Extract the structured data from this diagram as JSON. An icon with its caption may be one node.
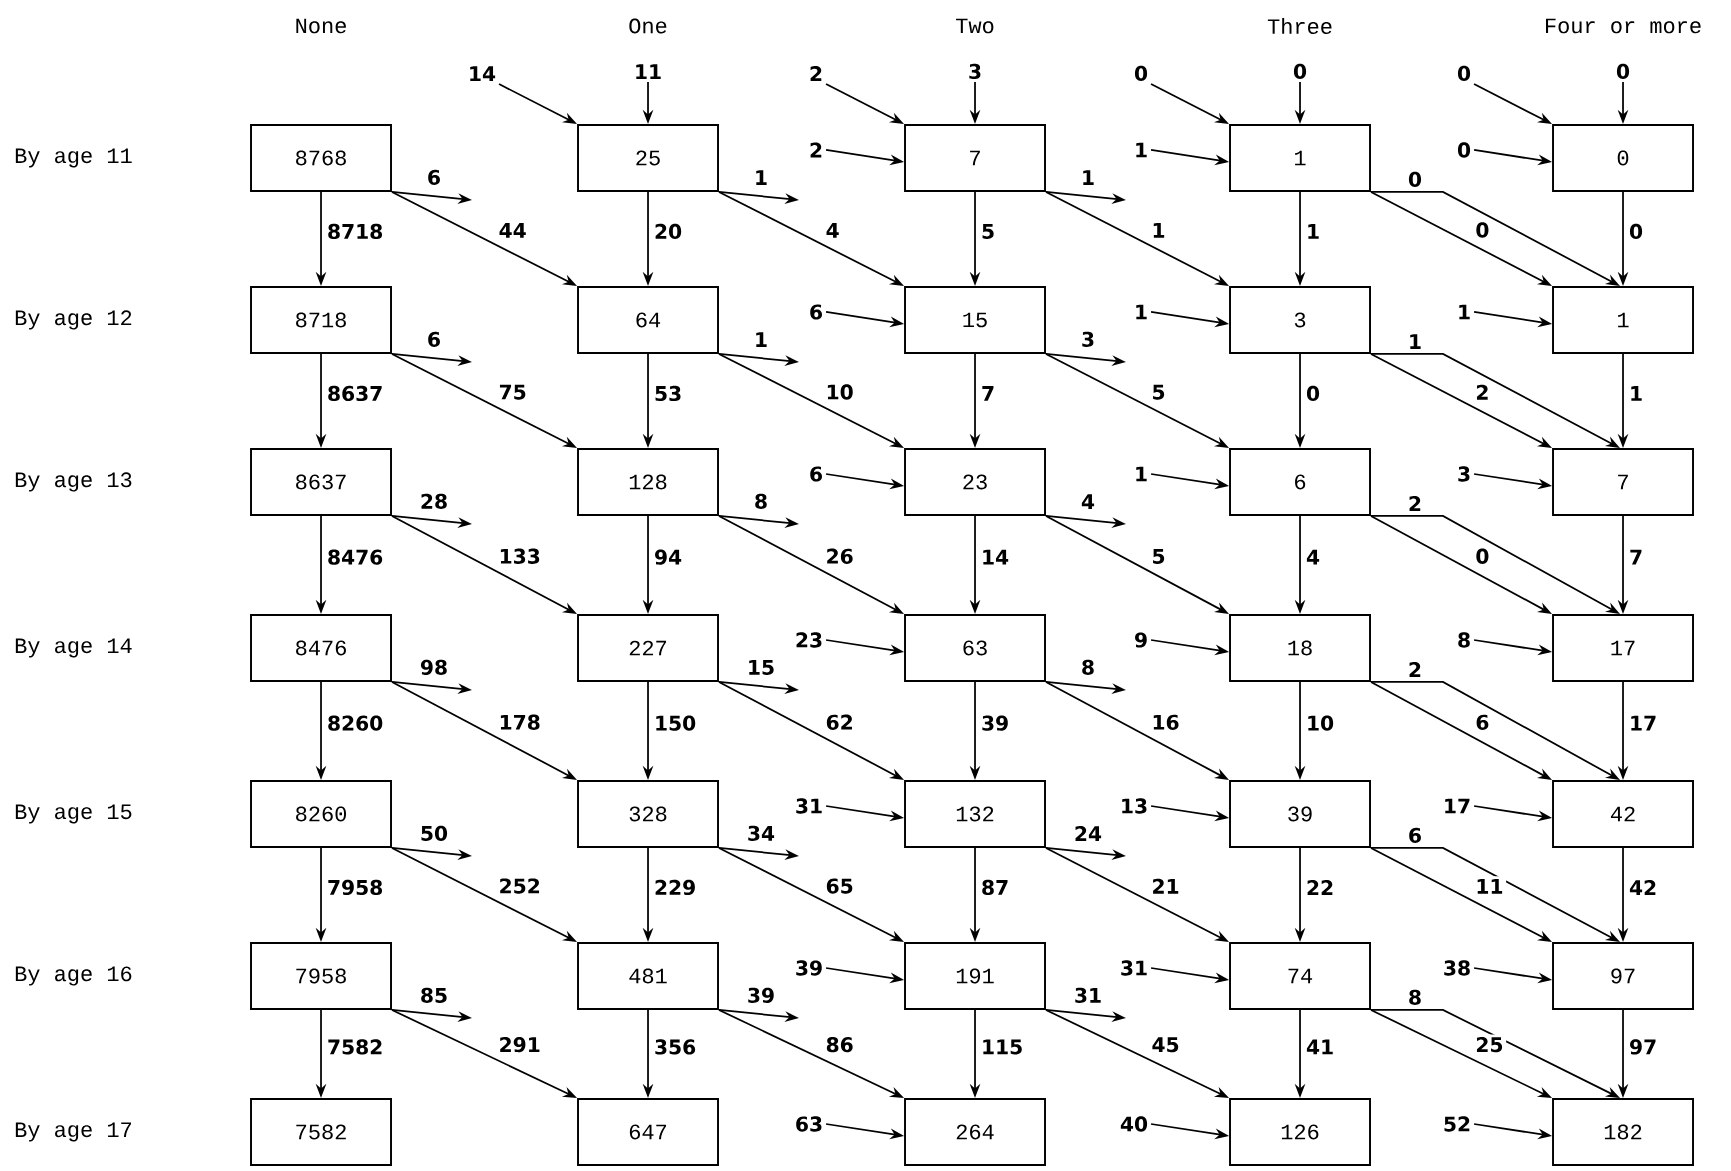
{
  "diagram": {
    "nodes": [
      {
        "text": [
          "8768"
        ]
      },
      {
        "text": [
          "25"
        ]
      },
      {
        "text": [
          "7"
        ]
      },
      {
        "text": [
          "1"
        ]
      },
      {
        "text": [
          "0"
        ]
      },
      {
        "text": [
          "8718"
        ]
      },
      {
        "text": [
          "64"
        ]
      },
      {
        "text": [
          "15"
        ]
      },
      {
        "text": [
          "3"
        ]
      },
      {
        "text": [
          "1"
        ]
      },
      {
        "text": [
          "8637"
        ]
      },
      {
        "text": [
          "128"
        ]
      },
      {
        "text": [
          "23"
        ]
      },
      {
        "text": [
          "6"
        ]
      },
      {
        "text": [
          "7"
        ]
      },
      {
        "text": [
          "8476"
        ]
      },
      {
        "text": [
          "227"
        ]
      },
      {
        "text": [
          "63"
        ]
      },
      {
        "text": [
          "18"
        ]
      },
      {
        "text": [
          "17"
        ]
      },
      {
        "text": [
          "8260"
        ]
      },
      {
        "text": [
          "328"
        ]
      },
      {
        "text": [
          "132"
        ]
      },
      {
        "text": [
          "39"
        ]
      },
      {
        "text": [
          "42"
        ]
      },
      {
        "text": [
          "7958"
        ]
      },
      {
        "text": [
          "481"
        ]
      },
      {
        "text": [
          "191"
        ]
      },
      {
        "text": [
          "74"
        ]
      },
      {
        "text": [
          "97"
        ]
      },
      {
        "text": [
          "7582"
        ]
      },
      {
        "text": [
          "647"
        ]
      },
      {
        "text": [
          "264"
        ]
      },
      {
        "text": [
          "126"
        ]
      },
      {
        "text": [
          "182"
        ]
      }
    ],
    "edges": [
      {
        "from": 0,
        "to": null,
        "arrow": "to",
        "label": "6"
      },
      {
        "from": 0,
        "to": 6,
        "arrow": "to",
        "label": "44"
      },
      {
        "from": 0,
        "to": 5,
        "arrow": "to",
        "label": "8718"
      },
      {
        "from": null,
        "to": 1,
        "arrow": "to",
        "label": "14"
      },
      {
        "from": null,
        "to": 1,
        "arrow": "to",
        "label": "11"
      },
      {
        "from": 1,
        "to": null,
        "arrow": "to",
        "label": "1"
      },
      {
        "from": 1,
        "to": 7,
        "arrow": "to",
        "label": "4"
      },
      {
        "from": 1,
        "to": 6,
        "arrow": "to",
        "label": "20"
      },
      {
        "from": null,
        "to": 2,
        "arrow": "to",
        "label": "2"
      },
      {
        "from": null,
        "to": 2,
        "arrow": "to",
        "label": "3"
      },
      {
        "from": null,
        "to": 2,
        "arrow": "to",
        "label": "2"
      },
      {
        "from": 2,
        "to": null,
        "arrow": "to",
        "label": "1"
      },
      {
        "from": 2,
        "to": 8,
        "arrow": "to",
        "label": "1"
      },
      {
        "from": 2,
        "to": 7,
        "arrow": "to",
        "label": "5"
      },
      {
        "from": null,
        "to": 3,
        "arrow": "to",
        "label": "0"
      },
      {
        "from": null,
        "to": 3,
        "arrow": "to",
        "label": "0"
      },
      {
        "from": null,
        "to": 3,
        "arrow": "to",
        "label": "1"
      },
      {
        "from": 3,
        "to": 9,
        "arrow": "to",
        "label": "0"
      },
      {
        "from": 3,
        "to": 9,
        "arrow": "to",
        "label": "0"
      },
      {
        "from": 3,
        "to": 8,
        "arrow": "to",
        "label": "1"
      },
      {
        "from": null,
        "to": 4,
        "arrow": "to",
        "label": "0"
      },
      {
        "from": null,
        "to": 4,
        "arrow": "to",
        "label": "0"
      },
      {
        "from": null,
        "to": 4,
        "arrow": "to",
        "label": "0"
      },
      {
        "from": 4,
        "to": 9,
        "arrow": "to",
        "label": "0"
      },
      {
        "from": 5,
        "to": null,
        "arrow": "to",
        "label": "6"
      },
      {
        "from": 5,
        "to": 11,
        "arrow": "to",
        "label": "75"
      },
      {
        "from": 5,
        "to": 10,
        "arrow": "to",
        "label": "8637"
      },
      {
        "from": 6,
        "to": null,
        "arrow": "to",
        "label": "1"
      },
      {
        "from": 6,
        "to": 12,
        "arrow": "to",
        "label": "10"
      },
      {
        "from": 6,
        "to": 11,
        "arrow": "to",
        "label": "53"
      },
      {
        "from": null,
        "to": 7,
        "arrow": "to",
        "label": "6"
      },
      {
        "from": 7,
        "to": null,
        "arrow": "to",
        "label": "3"
      },
      {
        "from": 7,
        "to": 13,
        "arrow": "to",
        "label": "5"
      },
      {
        "from": 7,
        "to": 12,
        "arrow": "to",
        "label": "7"
      },
      {
        "from": null,
        "to": 8,
        "arrow": "to",
        "label": "1"
      },
      {
        "from": 8,
        "to": 14,
        "arrow": "to",
        "label": "1"
      },
      {
        "from": 8,
        "to": 14,
        "arrow": "to",
        "label": "2"
      },
      {
        "from": 8,
        "to": 13,
        "arrow": "to",
        "label": "0"
      },
      {
        "from": null,
        "to": 9,
        "arrow": "to",
        "label": "1"
      },
      {
        "from": 9,
        "to": 14,
        "arrow": "to",
        "label": "1"
      },
      {
        "from": 10,
        "to": null,
        "arrow": "to",
        "label": "28"
      },
      {
        "from": 10,
        "to": 16,
        "arrow": "to",
        "label": "133"
      },
      {
        "from": 10,
        "to": 15,
        "arrow": "to",
        "label": "8476"
      },
      {
        "from": 11,
        "to": null,
        "arrow": "to",
        "label": "8"
      },
      {
        "from": 11,
        "to": 17,
        "arrow": "to",
        "label": "26"
      },
      {
        "from": 11,
        "to": 16,
        "arrow": "to",
        "label": "94"
      },
      {
        "from": null,
        "to": 12,
        "arrow": "to",
        "label": "6"
      },
      {
        "from": 12,
        "to": null,
        "arrow": "to",
        "label": "4"
      },
      {
        "from": 12,
        "to": 18,
        "arrow": "to",
        "label": "5"
      },
      {
        "from": 12,
        "to": 17,
        "arrow": "to",
        "label": "14"
      },
      {
        "from": null,
        "to": 13,
        "arrow": "to",
        "label": "1"
      },
      {
        "from": 13,
        "to": 19,
        "arrow": "to",
        "label": "2"
      },
      {
        "from": 13,
        "to": 19,
        "arrow": "to",
        "label": "0"
      },
      {
        "from": 13,
        "to": 18,
        "arrow": "to",
        "label": "4"
      },
      {
        "from": null,
        "to": 14,
        "arrow": "to",
        "label": "3"
      },
      {
        "from": 14,
        "to": 19,
        "arrow": "to",
        "label": "7"
      },
      {
        "from": 15,
        "to": null,
        "arrow": "to",
        "label": "98"
      },
      {
        "from": 15,
        "to": 21,
        "arrow": "to",
        "label": "178"
      },
      {
        "from": 15,
        "to": 20,
        "arrow": "to",
        "label": "8260"
      },
      {
        "from": 16,
        "to": null,
        "arrow": "to",
        "label": "15"
      },
      {
        "from": 16,
        "to": 22,
        "arrow": "to",
        "label": "62"
      },
      {
        "from": 16,
        "to": 21,
        "arrow": "to",
        "label": "150"
      },
      {
        "from": null,
        "to": 17,
        "arrow": "to",
        "label": "23"
      },
      {
        "from": 17,
        "to": null,
        "arrow": "to",
        "label": "8"
      },
      {
        "from": 17,
        "to": 23,
        "arrow": "to",
        "label": "16"
      },
      {
        "from": 17,
        "to": 22,
        "arrow": "to",
        "label": "39"
      },
      {
        "from": null,
        "to": 18,
        "arrow": "to",
        "label": "9"
      },
      {
        "from": 18,
        "to": 24,
        "arrow": "to",
        "label": "2"
      },
      {
        "from": 18,
        "to": 24,
        "arrow": "to",
        "label": "6"
      },
      {
        "from": 18,
        "to": 23,
        "arrow": "to",
        "label": "10"
      },
      {
        "from": null,
        "to": 19,
        "arrow": "to",
        "label": "8"
      },
      {
        "from": 19,
        "to": 24,
        "arrow": "to",
        "label": "17"
      },
      {
        "from": 20,
        "to": null,
        "arrow": "to",
        "label": "50"
      },
      {
        "from": 20,
        "to": 26,
        "arrow": "to",
        "label": "252"
      },
      {
        "from": 20,
        "to": 25,
        "arrow": "to",
        "label": "7958"
      },
      {
        "from": 21,
        "to": null,
        "arrow": "to",
        "label": "34"
      },
      {
        "from": 21,
        "to": 27,
        "arrow": "to",
        "label": "65"
      },
      {
        "from": 21,
        "to": 26,
        "arrow": "to",
        "label": "229"
      },
      {
        "from": null,
        "to": 22,
        "arrow": "to",
        "label": "31"
      },
      {
        "from": 22,
        "to": null,
        "arrow": "to",
        "label": "24"
      },
      {
        "from": 22,
        "to": 28,
        "arrow": "to",
        "label": "21"
      },
      {
        "from": 22,
        "to": 27,
        "arrow": "to",
        "label": "87"
      },
      {
        "from": null,
        "to": 23,
        "arrow": "to",
        "label": "13"
      },
      {
        "from": 23,
        "to": 29,
        "arrow": "to",
        "label": "6"
      },
      {
        "from": 23,
        "to": 29,
        "arrow": "to",
        "label": "11"
      },
      {
        "from": 23,
        "to": 28,
        "arrow": "to",
        "label": "22"
      },
      {
        "from": null,
        "to": 24,
        "arrow": "to",
        "label": "17"
      },
      {
        "from": 24,
        "to": 29,
        "arrow": "to",
        "label": "42"
      },
      {
        "from": 25,
        "to": null,
        "arrow": "to",
        "label": "85"
      },
      {
        "from": 25,
        "to": 31,
        "arrow": "to",
        "label": "291"
      },
      {
        "from": 25,
        "to": 30,
        "arrow": "to",
        "label": "7582"
      },
      {
        "from": 26,
        "to": null,
        "arrow": "to",
        "label": "39"
      },
      {
        "from": 26,
        "to": 32,
        "arrow": "to",
        "label": "86"
      },
      {
        "from": 26,
        "to": 31,
        "arrow": "to",
        "label": "356"
      },
      {
        "from": null,
        "to": 27,
        "arrow": "to",
        "label": "39"
      },
      {
        "from": 27,
        "to": null,
        "arrow": "to",
        "label": "31"
      },
      {
        "from": 27,
        "to": 33,
        "arrow": "to",
        "label": "45"
      },
      {
        "from": 27,
        "to": 32,
        "arrow": "to",
        "label": "115"
      },
      {
        "from": null,
        "to": 28,
        "arrow": "to",
        "label": "31"
      },
      {
        "from": 28,
        "to": 34,
        "arrow": "to",
        "label": "8"
      },
      {
        "from": 28,
        "to": 34,
        "arrow": "to",
        "label": "25"
      },
      {
        "from": 28,
        "to": 33,
        "arrow": "to",
        "label": "41"
      },
      {
        "from": null,
        "to": 29,
        "arrow": "to",
        "label": "38"
      },
      {
        "from": 29,
        "to": 34,
        "arrow": "to",
        "label": "97"
      },
      {
        "from": null,
        "to": 32,
        "arrow": "to",
        "label": "63"
      },
      {
        "from": null,
        "to": 33,
        "arrow": "to",
        "label": "40"
      },
      {
        "from": null,
        "to": 34,
        "arrow": "to",
        "label": "52"
      }
    ],
    "labels": [
      "None",
      "One",
      "Two",
      "Three",
      "Four or more",
      "By age 11",
      "By age 12",
      "By age 13",
      "By age 14",
      "By age 15",
      "By age 16",
      "By age 17"
    ]
  }
}
